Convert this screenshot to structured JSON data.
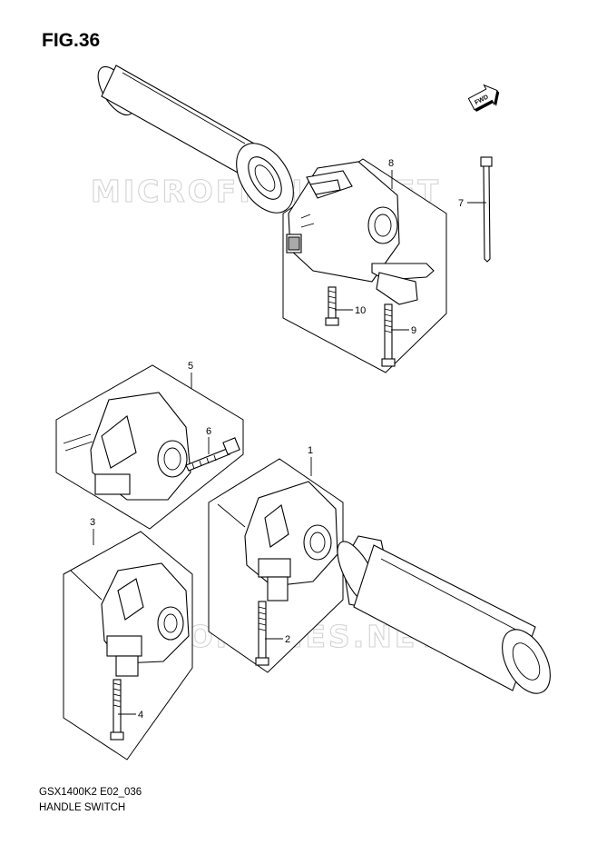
{
  "figure": {
    "title": "FIG.36",
    "model_code": "GSX1400K2 E02_036",
    "caption": "HANDLE SWITCH"
  },
  "watermark": {
    "text": "MICROFICHES.NET"
  },
  "fwd_arrow": {
    "label": "FWD"
  },
  "callouts": [
    {
      "id": "callout-1",
      "label": "1"
    },
    {
      "id": "callout-2",
      "label": "2"
    },
    {
      "id": "callout-3",
      "label": "3"
    },
    {
      "id": "callout-4",
      "label": "4"
    },
    {
      "id": "callout-5",
      "label": "5"
    },
    {
      "id": "callout-6",
      "label": "6"
    },
    {
      "id": "callout-7",
      "label": "7"
    },
    {
      "id": "callout-8",
      "label": "8"
    },
    {
      "id": "callout-9",
      "label": "9"
    },
    {
      "id": "callout-10",
      "label": "10"
    }
  ]
}
